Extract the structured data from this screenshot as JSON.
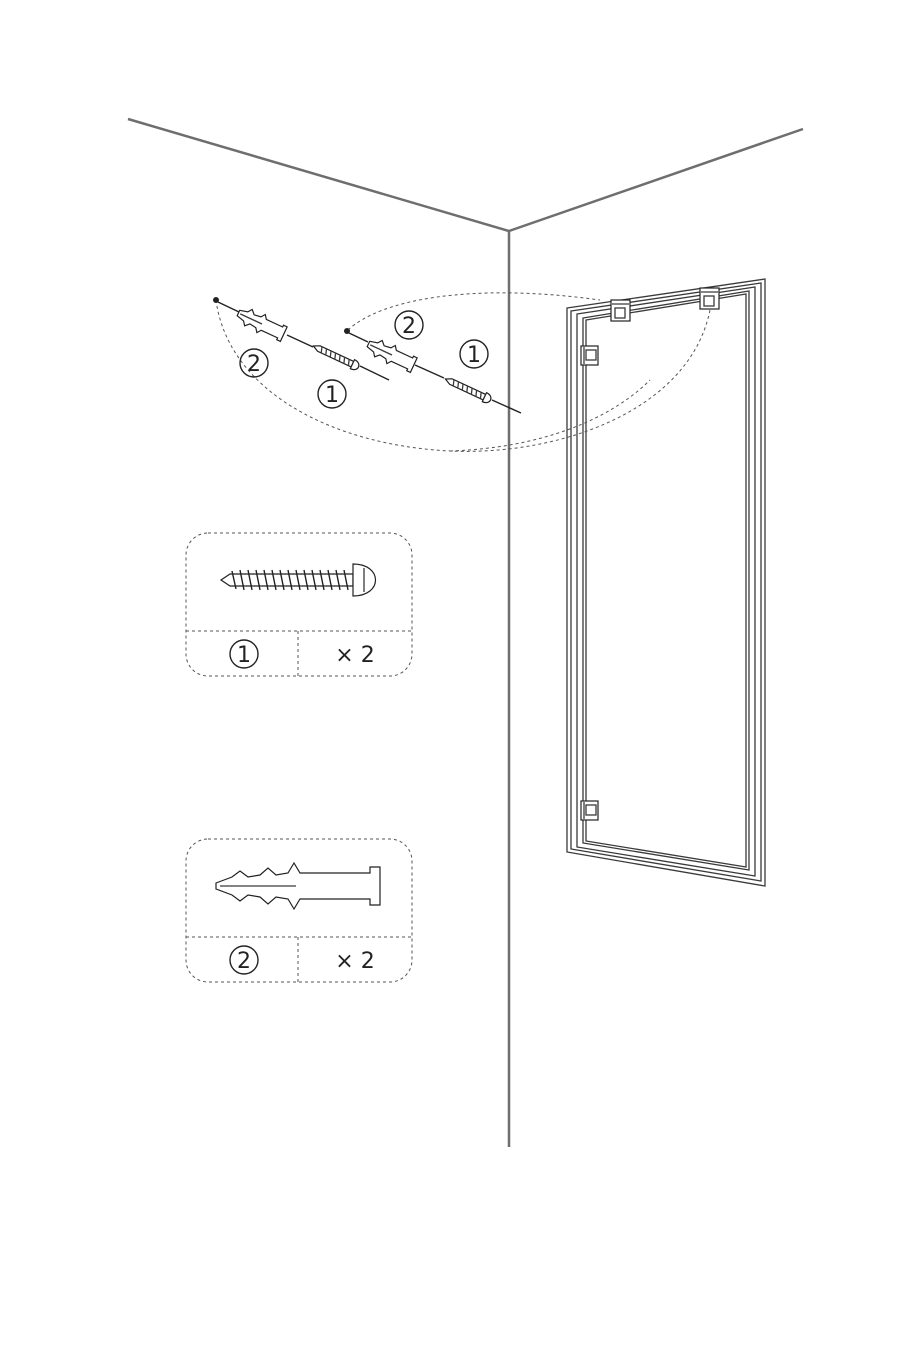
{
  "assembly": {
    "callouts": {
      "left_anchor": "2",
      "left_screw": "1",
      "right_anchor": "2",
      "right_screw": "1"
    }
  },
  "parts": [
    {
      "number": "1",
      "quantity": "× 2",
      "icon": "screw-icon"
    },
    {
      "number": "2",
      "quantity": "× 2",
      "icon": "wall-anchor-icon"
    }
  ]
}
